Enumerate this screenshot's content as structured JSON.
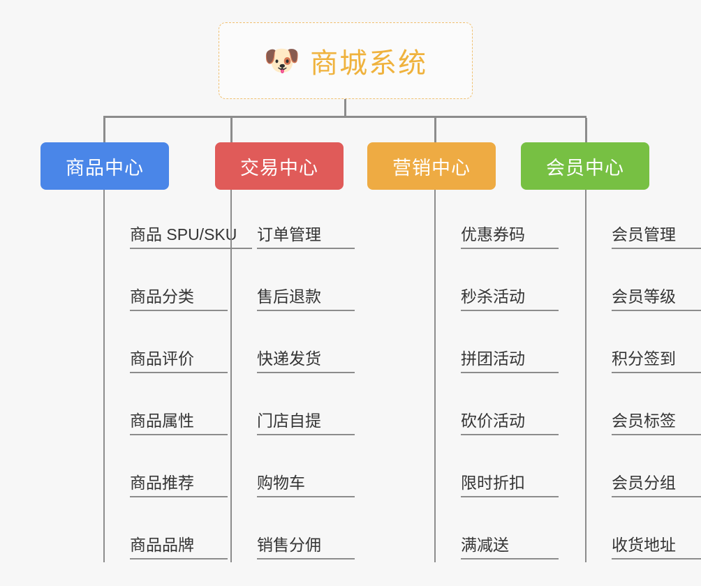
{
  "diagram": {
    "type": "mindmap-tree",
    "background_color": "#f7f7f7",
    "root": {
      "title": "商城系统",
      "icon": "dog-face-emoji",
      "icon_glyph": "🐶",
      "text_color": "#efb23d",
      "border_color": "#f0c070",
      "border_style": "dashed"
    },
    "connector_color": "#8c8c8c",
    "categories": [
      {
        "label": "商品中心",
        "color": "#4a86e8",
        "items": [
          "商品 SPU/SKU",
          "商品分类",
          "商品评价",
          "商品属性",
          "商品推荐",
          "商品品牌"
        ]
      },
      {
        "label": "交易中心",
        "color": "#e05b59",
        "items": [
          "订单管理",
          "售后退款",
          "快递发货",
          "门店自提",
          "购物车",
          "销售分佣"
        ]
      },
      {
        "label": "营销中心",
        "color": "#eeab43",
        "items": [
          "优惠券码",
          "秒杀活动",
          "拼团活动",
          "砍价活动",
          "限时折扣",
          "满减送"
        ]
      },
      {
        "label": "会员中心",
        "color": "#77c043",
        "items": [
          "会员管理",
          "会员等级",
          "积分签到",
          "会员标签",
          "会员分组",
          "收货地址"
        ]
      }
    ]
  }
}
